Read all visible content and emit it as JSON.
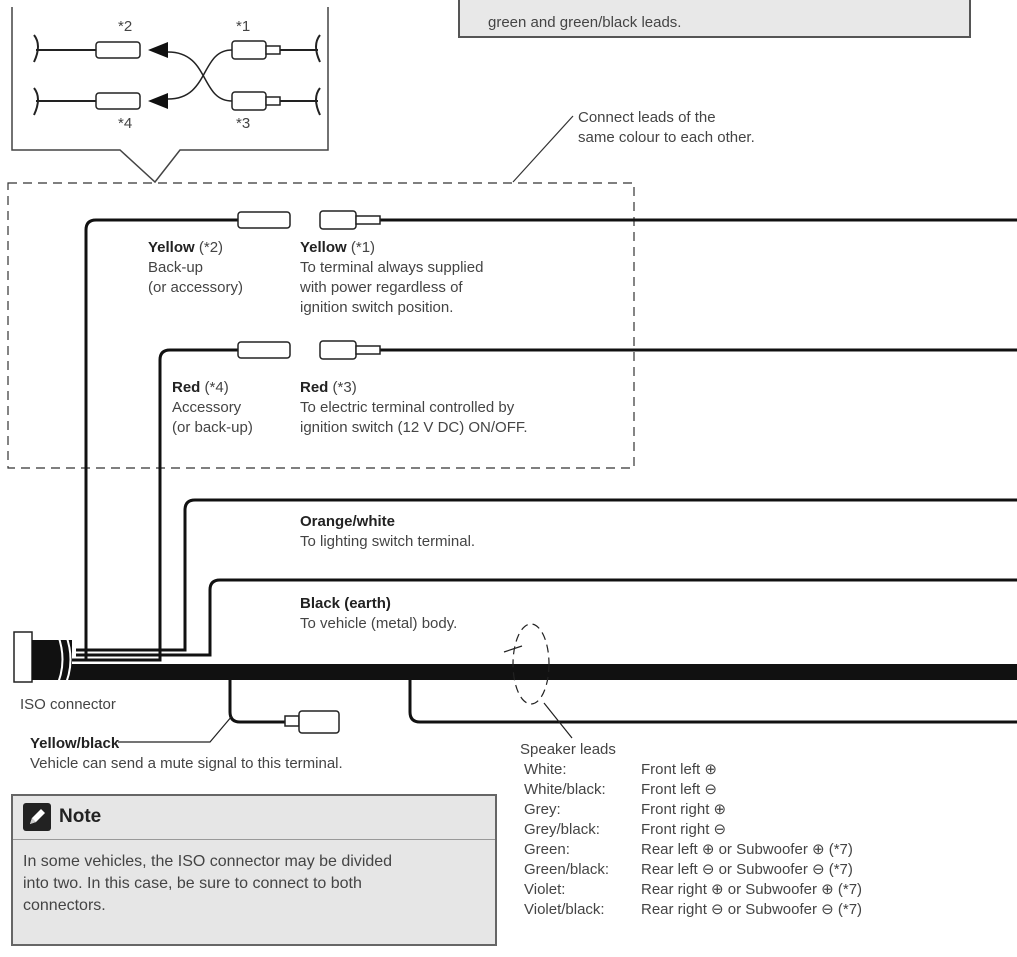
{
  "top_note": "green and green/black leads.",
  "inset": {
    "labels": [
      "*2",
      "*1",
      "*4",
      "*3"
    ]
  },
  "callout_same_colour": [
    "Connect leads of the",
    "same colour to each other."
  ],
  "yellow2": {
    "name": "Yellow",
    "tag": "(*2)",
    "desc": [
      "Back-up",
      "(or accessory)"
    ]
  },
  "yellow1": {
    "name": "Yellow",
    "tag": "(*1)",
    "desc": [
      "To terminal always supplied",
      "with power regardless of",
      "ignition switch position."
    ]
  },
  "red4": {
    "name": "Red",
    "tag": "(*4)",
    "desc": [
      "Accessory",
      "(or back-up)"
    ]
  },
  "red3": {
    "name": "Red",
    "tag": "(*3)",
    "desc": [
      "To electric terminal controlled by",
      "ignition switch (12 V DC) ON/OFF."
    ]
  },
  "orange_white": {
    "name": "Orange/white",
    "desc": "To lighting switch terminal."
  },
  "black_earth": {
    "name": "Black (earth)",
    "desc": "To vehicle (metal) body."
  },
  "iso_connector": "ISO connector",
  "yellow_black": {
    "name": "Yellow/black",
    "desc": "Vehicle can send a mute signal to this terminal."
  },
  "note": {
    "title": "Note",
    "icon": "pencil-icon",
    "lines": [
      "In some vehicles, the ISO connector may be divided",
      "into two. In this case, be sure to connect to both",
      "connectors."
    ]
  },
  "speaker_leads": {
    "title": "Speaker leads",
    "rows": [
      {
        "color": "White:",
        "desc": "Front left ⊕"
      },
      {
        "color": "White/black:",
        "desc": "Front left ⊖"
      },
      {
        "color": "Grey:",
        "desc": "Front right ⊕"
      },
      {
        "color": "Grey/black:",
        "desc": "Front right ⊖"
      },
      {
        "color": "Green:",
        "desc": "Rear left ⊕ or Subwoofer ⊕ (*7)"
      },
      {
        "color": "Green/black:",
        "desc": "Rear left ⊖ or Subwoofer ⊖ (*7)"
      },
      {
        "color": "Violet:",
        "desc": "Rear right ⊕ or Subwoofer ⊕ (*7)"
      },
      {
        "color": "Violet/black:",
        "desc": "Rear right ⊖ or Subwoofer ⊖ (*7)"
      }
    ]
  },
  "colors": {
    "wire": "#111111",
    "box_fill": "#e8e8e8",
    "text": "#444444"
  }
}
